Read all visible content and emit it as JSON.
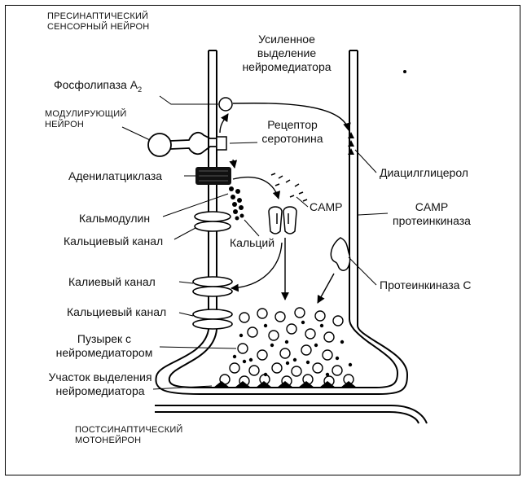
{
  "labels": {
    "presynaptic_line1": "ПРЕСИНАПТИЧЕСКИЙ",
    "presynaptic_line2": "СЕНСОРНЫЙ НЕЙРОН",
    "enhanced_line1": "Усиленное",
    "enhanced_line2": "выделение",
    "enhanced_line3": "нейромедиатора",
    "phospholipase": "Фосфолипаза A",
    "phospholipase_sub": "2",
    "modulating_line1": "МОДУЛИРУЮЩИЙ",
    "modulating_line2": "НЕЙРОН",
    "serotonin_line1": "Рецептор",
    "serotonin_line2": "серотонина",
    "adenylate_cyclase": "Аденилатциклаза",
    "diacylglycerol": "Диацилглицерол",
    "camp": "CAMP",
    "camp_kinase_line1": "CAMP",
    "camp_kinase_line2": "протеинкиназа",
    "calmodulin": "Кальмодулин",
    "calcium_channel_1": "Кальциевый канал",
    "calcium": "Кальций",
    "protein_kinase_c": "Протеинкиназа С",
    "potassium_channel": "Калиевый канал",
    "calcium_channel_2": "Кальциевый канал",
    "vesicle_line1": "Пузырек  с",
    "vesicle_line2": "нейромедиатором",
    "release_site_line1": "Участок выделения",
    "release_site_line2": "нейромедиатора",
    "postsynaptic_line1": "ПОСТСИНАПТИЧЕСКИЙ",
    "postsynaptic_line2": "МОТОНЕЙРОН"
  }
}
